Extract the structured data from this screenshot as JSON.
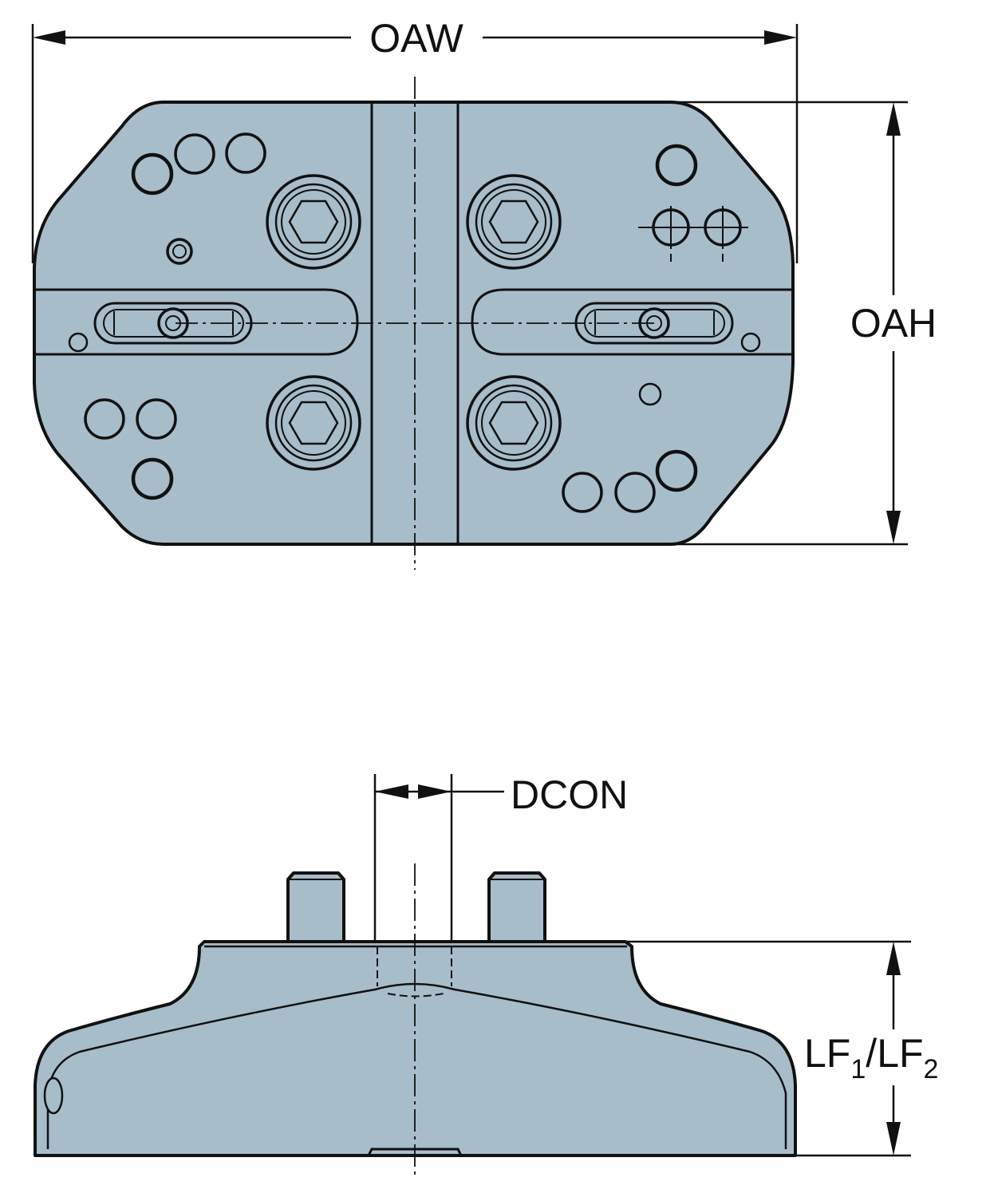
{
  "dimensions": {
    "overall_width": "OAW",
    "overall_height": "OAH",
    "connection_diameter": "DCON",
    "functional_length": {
      "main": "LF",
      "sub1": "1",
      "slash": "/",
      "main2": "LF",
      "sub2": "2"
    }
  },
  "colors": {
    "part_fill": "#a7bdc9",
    "line": "#111111"
  }
}
